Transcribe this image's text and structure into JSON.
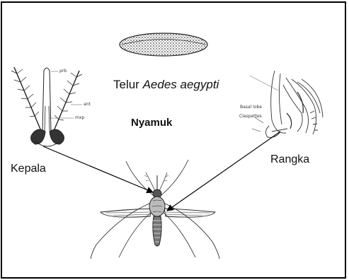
{
  "caption": {
    "prefix": "Telur ",
    "species": "Aedes aegypti"
  },
  "title": "Nyamuk",
  "labels": {
    "head": "Kepala",
    "genitalia": "Rangka"
  },
  "head_annotations": {
    "a": "prb",
    "b": "ant",
    "c": "mxp"
  },
  "genitalia_annotations": {
    "a": "Basal lobe",
    "b": "Claspettes"
  },
  "colors": {
    "line": "#000000",
    "background": "#ffffff"
  }
}
